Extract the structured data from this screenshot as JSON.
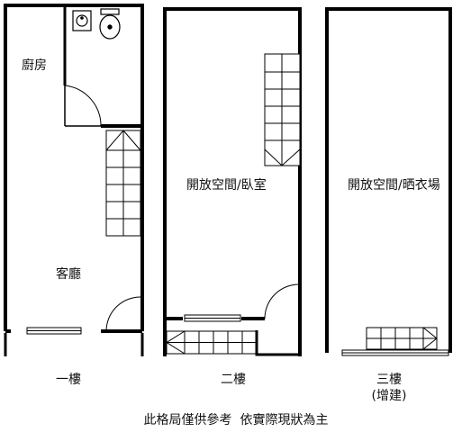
{
  "floors": [
    {
      "caption": "一樓",
      "rooms": [
        {
          "name": "廚房"
        },
        {
          "name": "客廳"
        }
      ]
    },
    {
      "caption": "二樓",
      "rooms": [
        {
          "name": "開放空間/臥室"
        }
      ]
    },
    {
      "caption": "三樓",
      "note": "(增建)",
      "rooms": [
        {
          "name": "開放空間/晒衣場"
        }
      ]
    }
  ],
  "disclaimer": "此格局僅供參考  依實際現狀為主"
}
